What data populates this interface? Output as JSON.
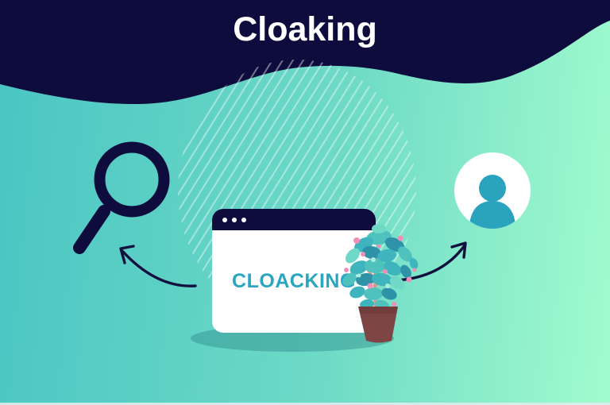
{
  "header": {
    "title": "Cloaking",
    "background_color": "#0E0C3D",
    "text_color": "#FFFFFF"
  },
  "diagram": {
    "browser_window": {
      "label": "CLOACKING",
      "label_color": "#2BA6C0",
      "titlebar_color": "#0E0C3D",
      "dot_count": 3
    },
    "left_node": {
      "icon": "magnifying-glass-icon",
      "color": "#0E0C3D"
    },
    "right_node": {
      "icon": "user-avatar-icon",
      "person_color": "#2AA3BF",
      "circle_color": "#FFFFFF"
    },
    "connections": [
      {
        "from": "browser-window",
        "to": "magnifying-glass",
        "style": "curved-arrow"
      },
      {
        "from": "browser-window",
        "to": "user-avatar",
        "style": "curved-arrow"
      }
    ],
    "decorations": [
      "potted-plant",
      "diagonal-stripes",
      "ground-shadow",
      "wave-header"
    ]
  },
  "colors": {
    "background_gradient_start": "#4AC5C3",
    "background_gradient_end": "#A2FCCE",
    "navy": "#0E0C3D",
    "teal_accent": "#2AA3BF",
    "pot_brown": "#7E4545",
    "leaf_teal": "#3EB5BD",
    "leaf_pink": "#F18FB7"
  }
}
